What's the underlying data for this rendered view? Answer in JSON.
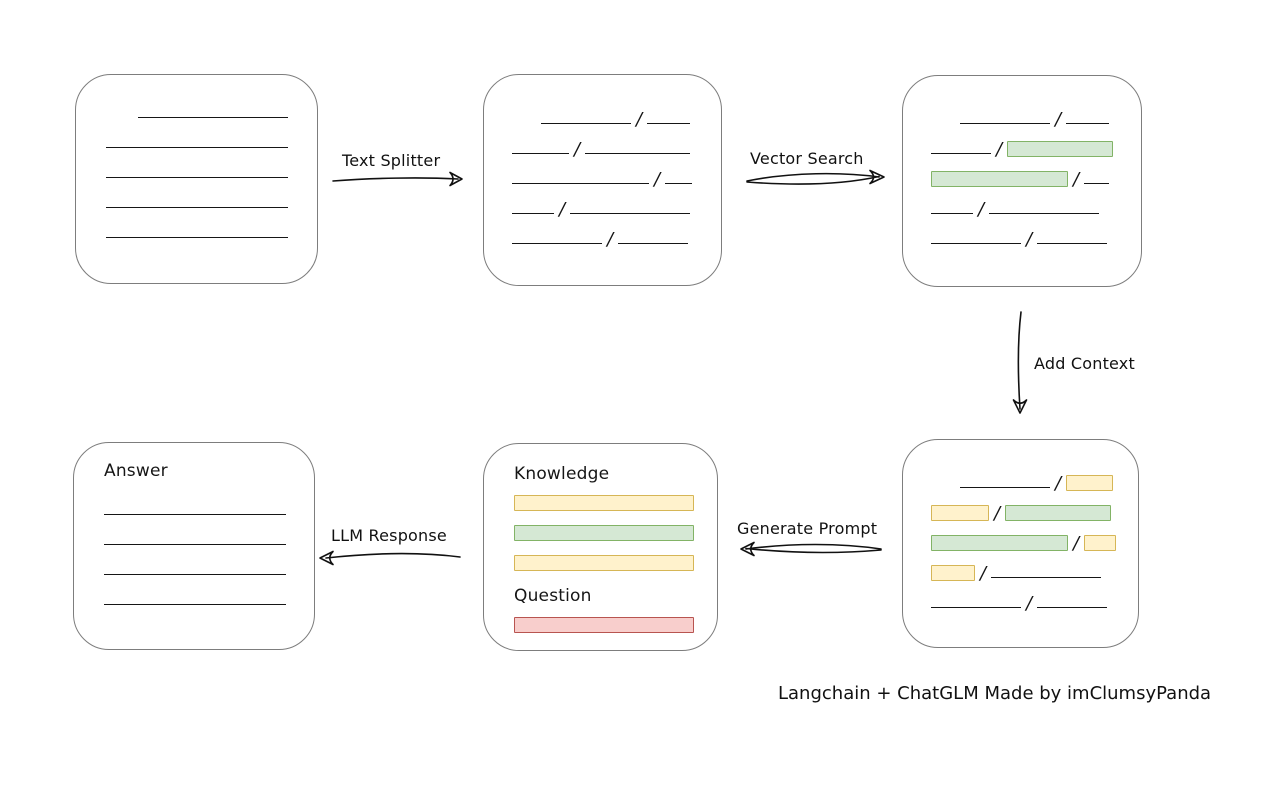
{
  "caption": "Langchain + ChatGLM Made by imClumsyPanda",
  "glyphs": {
    "slash": "/"
  },
  "colors": {
    "green_fill": "#d5e8d4",
    "green_border": "#82b366",
    "yellow_fill": "#fff2cc",
    "yellow_border": "#d6b656",
    "red_fill": "#f8cecc",
    "red_border": "#b85450",
    "box_border": "#7d7d7d",
    "line": "#161616"
  },
  "arrows": {
    "text_splitter": {
      "label": "Text Splitter",
      "direction": "right"
    },
    "vector_search": {
      "label": "Vector Search",
      "direction": "right"
    },
    "add_context": {
      "label": "Add Context",
      "direction": "down"
    },
    "generate_prompt": {
      "label": "Generate Prompt",
      "direction": "left"
    },
    "llm_response": {
      "label": "LLM Response",
      "direction": "left"
    }
  },
  "boxes": {
    "source_document": {
      "rows": [
        [
          {
            "t": "gap",
            "w": 32
          },
          {
            "t": "line",
            "w": 150
          }
        ],
        [
          {
            "t": "line",
            "w": 182
          }
        ],
        [
          {
            "t": "line",
            "w": 182
          }
        ],
        [
          {
            "t": "line",
            "w": 182
          }
        ],
        [
          {
            "t": "line",
            "w": 182
          }
        ]
      ]
    },
    "split_chunks": {
      "rows": [
        [
          {
            "t": "gap",
            "w": 29
          },
          {
            "t": "line",
            "w": 90
          },
          {
            "t": "slash"
          },
          {
            "t": "line",
            "w": 43
          }
        ],
        [
          {
            "t": "line",
            "w": 57
          },
          {
            "t": "slash"
          },
          {
            "t": "line",
            "w": 105
          }
        ],
        [
          {
            "t": "line",
            "w": 137
          },
          {
            "t": "slash"
          },
          {
            "t": "line",
            "w": 27
          }
        ],
        [
          {
            "t": "line",
            "w": 42
          },
          {
            "t": "slash"
          },
          {
            "t": "line",
            "w": 120
          }
        ],
        [
          {
            "t": "line",
            "w": 90
          },
          {
            "t": "slash"
          },
          {
            "t": "line",
            "w": 70
          }
        ]
      ]
    },
    "matched_chunks": {
      "rows": [
        [
          {
            "t": "gap",
            "w": 29
          },
          {
            "t": "line",
            "w": 90
          },
          {
            "t": "slash"
          },
          {
            "t": "line",
            "w": 43
          }
        ],
        [
          {
            "t": "line",
            "w": 60
          },
          {
            "t": "slash"
          },
          {
            "t": "green",
            "w": 106
          }
        ],
        [
          {
            "t": "green",
            "w": 137
          },
          {
            "t": "slash"
          },
          {
            "t": "line",
            "w": 25
          }
        ],
        [
          {
            "t": "line",
            "w": 42
          },
          {
            "t": "slash"
          },
          {
            "t": "line",
            "w": 110
          }
        ],
        [
          {
            "t": "line",
            "w": 90
          },
          {
            "t": "slash"
          },
          {
            "t": "line",
            "w": 70
          }
        ]
      ]
    },
    "context_chunks": {
      "rows": [
        [
          {
            "t": "gap",
            "w": 29
          },
          {
            "t": "line",
            "w": 90
          },
          {
            "t": "slash"
          },
          {
            "t": "yellow",
            "w": 47
          }
        ],
        [
          {
            "t": "yellow",
            "w": 58
          },
          {
            "t": "slash"
          },
          {
            "t": "green",
            "w": 106
          }
        ],
        [
          {
            "t": "green",
            "w": 137
          },
          {
            "t": "slash"
          },
          {
            "t": "yellow",
            "w": 32
          }
        ],
        [
          {
            "t": "yellow",
            "w": 44
          },
          {
            "t": "slash"
          },
          {
            "t": "line",
            "w": 110
          }
        ],
        [
          {
            "t": "line",
            "w": 90
          },
          {
            "t": "slash"
          },
          {
            "t": "line",
            "w": 70
          }
        ]
      ]
    },
    "prompt": {
      "knowledge_label": "Knowledge",
      "question_label": "Question",
      "knowledge_bars": [
        [
          {
            "t": "yellow",
            "w": 180
          }
        ],
        [
          {
            "t": "green",
            "w": 180
          }
        ],
        [
          {
            "t": "yellow",
            "w": 180
          }
        ]
      ],
      "question_bars": [
        [
          {
            "t": "red",
            "w": 180
          }
        ]
      ]
    },
    "answer": {
      "label": "Answer",
      "rows": [
        [
          {
            "t": "line",
            "w": 182
          }
        ],
        [
          {
            "t": "line",
            "w": 182
          }
        ],
        [
          {
            "t": "line",
            "w": 182
          }
        ],
        [
          {
            "t": "line",
            "w": 182
          }
        ]
      ]
    }
  }
}
